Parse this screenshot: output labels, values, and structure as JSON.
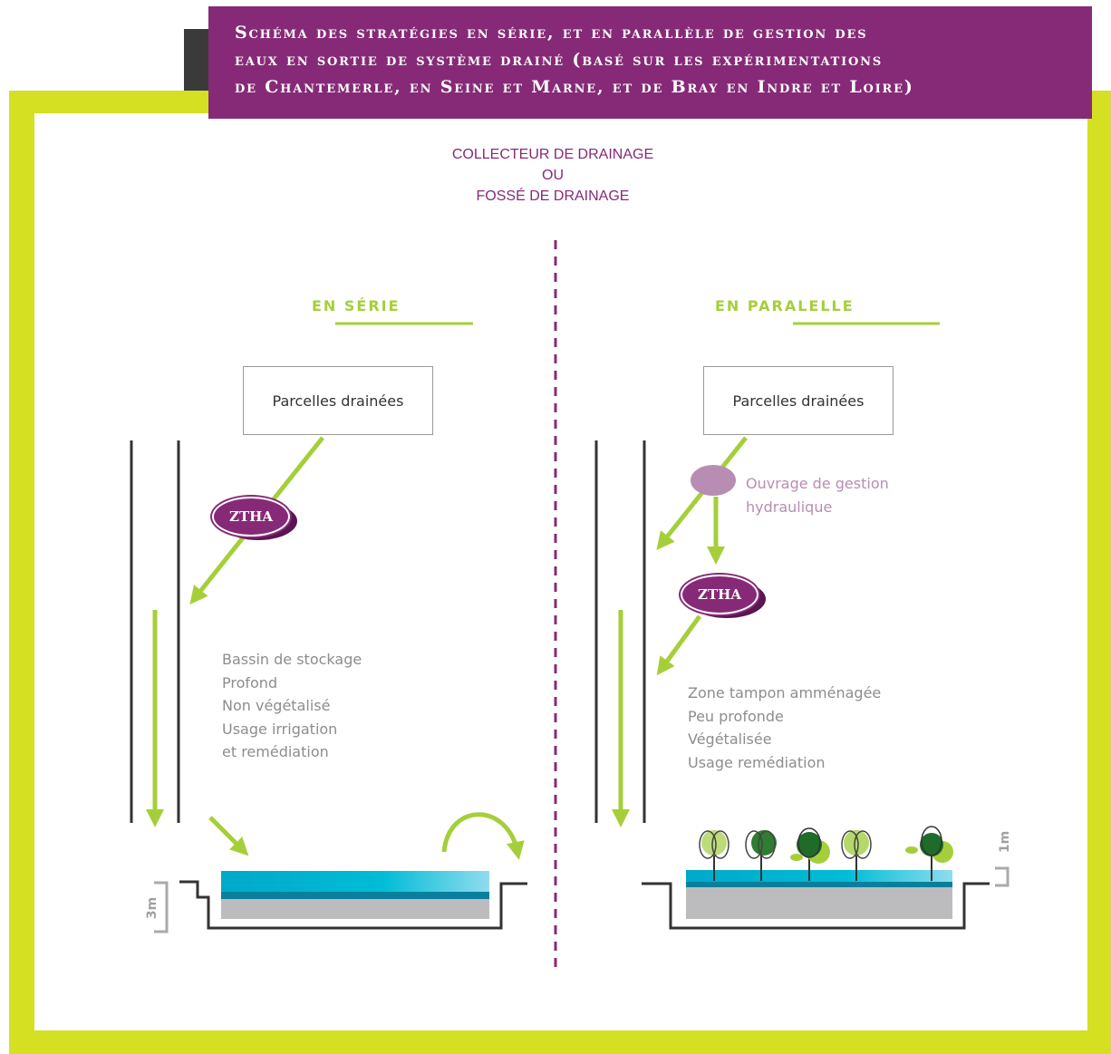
{
  "banner": {
    "line1": "Schéma des stratégies en série, et en parallèle de gestion des",
    "line2": "eaux en sortie de système drainé (basé sur les expérimentations",
    "line3": "de Chantemerle, en Seine et Marne, et de Bray en Indre et Loire)"
  },
  "collector": {
    "line1": "COLLECTEUR DE DRAINAGE",
    "line2": "OU",
    "line3": "FOSSÉ DE DRAINAGE"
  },
  "serie": {
    "heading": "EN SÉRIE",
    "box_label": "Parcelles drainées",
    "ztha_label": "ZTHA",
    "desc": [
      "Bassin de stockage",
      "Profond",
      "Non végétalisé",
      "Usage irrigation",
      "et remédiation"
    ],
    "depth_label": "3m"
  },
  "parallele": {
    "heading": "EN PARALELLE",
    "box_label": "Parcelles drainées",
    "ouvrage": [
      "Ouvrage de gestion",
      "hydraulique"
    ],
    "ztha_label": "ZTHA",
    "desc": [
      "Zone tampon amménagée",
      "Peu profonde",
      "Végétalisée",
      "Usage remédiation"
    ],
    "depth_label": "1m"
  },
  "colors": {
    "purple": "#862a78",
    "green_frame": "#d4e021",
    "arrow_green": "#a5cf3a",
    "water_blue": "#00b5d4",
    "ouvrage_pink": "#b88db3"
  }
}
